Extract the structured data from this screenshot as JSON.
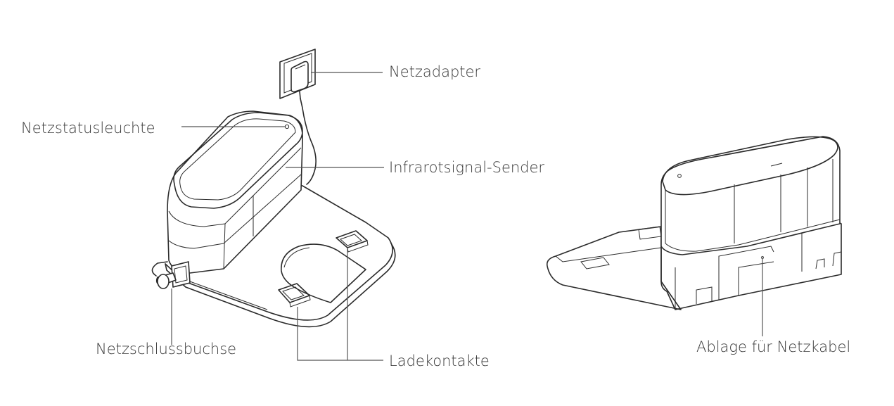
{
  "callouts": {
    "netzadapter": "Netzadapter",
    "netzstatusleuchte": "Netzstatusleuchte",
    "infrarotsignal_sender": "Infrarotsignal-Sender",
    "netzschlussbuchse": "Netzschlussbuchse",
    "ladekontakte": "Ladekontakte",
    "ablage_fuer_netzkabel": "Ablage für Netzkabel"
  },
  "colors": {
    "line": "#2b2b2b",
    "text": "#3a3a3a",
    "background": "#ffffff"
  }
}
